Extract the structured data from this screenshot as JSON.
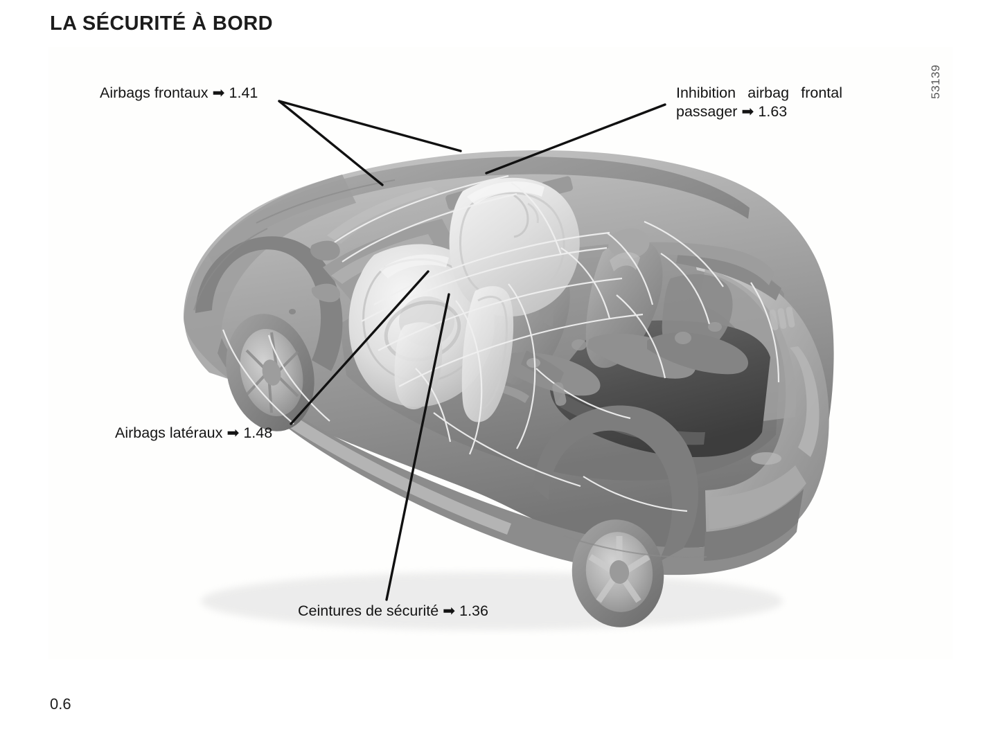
{
  "page": {
    "title": "LA SÉCURITÉ À BORD",
    "number": "0.6",
    "figure_reference": "53139",
    "arrow_glyph": "➡"
  },
  "callouts": [
    {
      "id": "frontal-airbags",
      "label": "Airbags frontaux",
      "arrow": "➡",
      "page_ref": "1.41",
      "full_text": "Airbags frontaux ➡ 1.41"
    },
    {
      "id": "passenger-inhibition",
      "line_1": "Inhibition airbag frontal",
      "line_2": "passager ➡ 1.63",
      "label": "Inhibition airbag frontal passager",
      "arrow": "➡",
      "page_ref": "1.63",
      "full_text": "Inhibition airbag frontal passager ➡ 1.63"
    },
    {
      "id": "lateral-airbags",
      "label": "Airbags latéraux",
      "arrow": "➡",
      "page_ref": "1.48",
      "full_text": "Airbags latéraux ➡ 1.48"
    },
    {
      "id": "seatbelts",
      "label": "Ceintures de sécurité",
      "arrow": "➡",
      "page_ref": "1.36",
      "full_text": "Ceintures de sécurité ➡ 1.36"
    }
  ],
  "illustration": {
    "description": "Cutaway three-quarter rear view of a small hatchback car showing interior safety equipment",
    "panel_background": "#fefefd",
    "body_color": "#9c9c9c",
    "highlight_color": "#d6d6d6",
    "shadow_color": "#6d6d6d",
    "airbag_color": "#e3e3e3",
    "leader_line_color": "#111111"
  }
}
